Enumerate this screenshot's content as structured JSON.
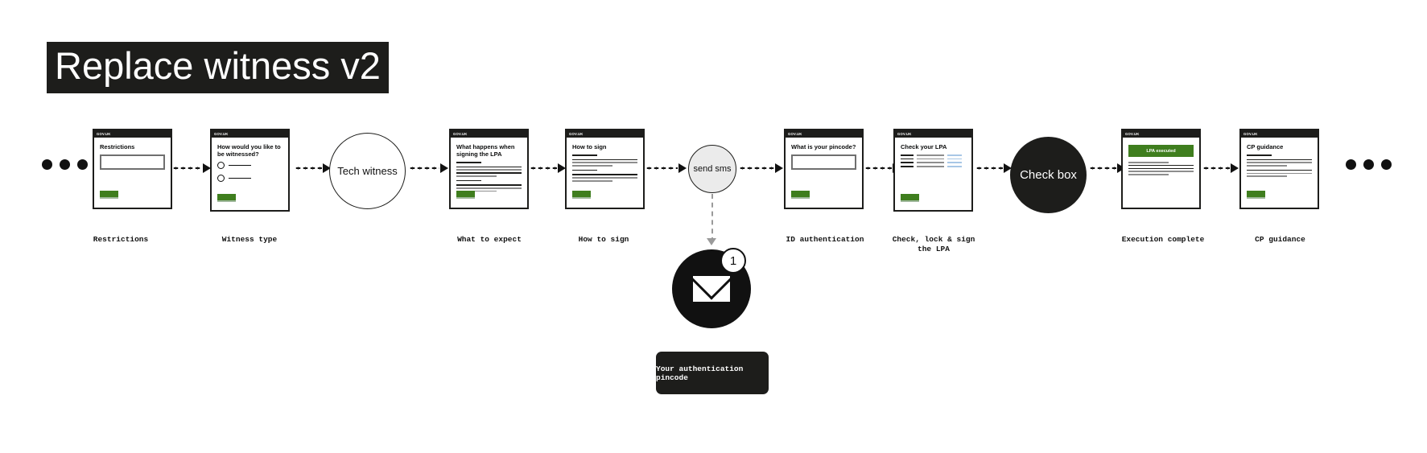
{
  "title": "Replace witness v2",
  "flow": {
    "leading_ellipsis": "...",
    "trailing_ellipsis": "...",
    "govuk_brand": "GOV.UK",
    "nodes": [
      {
        "kind": "card",
        "heading": "Restrictions",
        "caption": "Restrictions"
      },
      {
        "kind": "card",
        "heading": "How would you like to be witnessed?",
        "caption": "Witness type"
      },
      {
        "kind": "circle",
        "label": "Tech witness",
        "caption": ""
      },
      {
        "kind": "card",
        "heading": "What happens when signing the LPA",
        "caption": "What to expect"
      },
      {
        "kind": "card",
        "heading": "How to sign",
        "caption": "How to sign"
      },
      {
        "kind": "circle",
        "label": "send sms",
        "caption": ""
      },
      {
        "kind": "card",
        "heading": "What is your pincode?",
        "caption": "ID authentication"
      },
      {
        "kind": "card",
        "heading": "Check your LPA",
        "caption": "Check, lock & sign\nthe LPA"
      },
      {
        "kind": "circle",
        "label": "Check box",
        "caption": ""
      },
      {
        "kind": "card",
        "heading": "",
        "banner": "LPA executed",
        "caption": "Execution complete"
      },
      {
        "kind": "card",
        "heading": "CP guidance",
        "caption": "CP guidance"
      }
    ]
  },
  "sms_branch": {
    "badge_count": "1",
    "envelope_icon": "envelope-icon",
    "tooltip": "Your authentication pincode"
  },
  "colors": {
    "ink": "#1d1d1b",
    "green_button": "#3f7e1e",
    "grey_circle": "#ebebeb",
    "link_blue": "#a8c7e6",
    "dashed_grey": "#9a9a9a"
  }
}
